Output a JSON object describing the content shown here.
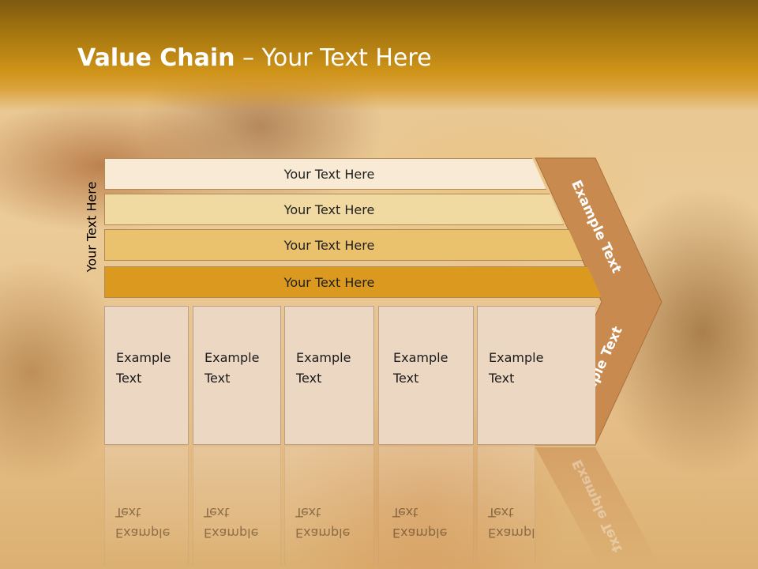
{
  "slide": {
    "title_bold": "Value Chain",
    "title_rest": " – Your Text Here",
    "vertical_label": "Your Text Here",
    "bars": [
      {
        "text": "Your Text Here",
        "fill": "#f8ead4"
      },
      {
        "text": "Your Text Here",
        "fill": "#f1d9a2"
      },
      {
        "text": "Your Text Here",
        "fill": "#eac16d"
      },
      {
        "text": "Your Text Here",
        "fill": "#dc9920"
      }
    ],
    "boxes": [
      {
        "line1": "Example",
        "line2": "Text"
      },
      {
        "line1": "Example",
        "line2": "Text"
      },
      {
        "line1": "Example",
        "line2": "Text"
      },
      {
        "line1": "Example",
        "line2": "Text"
      },
      {
        "line1": "Example",
        "line2": "Text"
      }
    ],
    "chevron_top_label": "Example Text",
    "chevron_bottom_label": "Example Text",
    "chevron_color": "#c98a4f"
  }
}
